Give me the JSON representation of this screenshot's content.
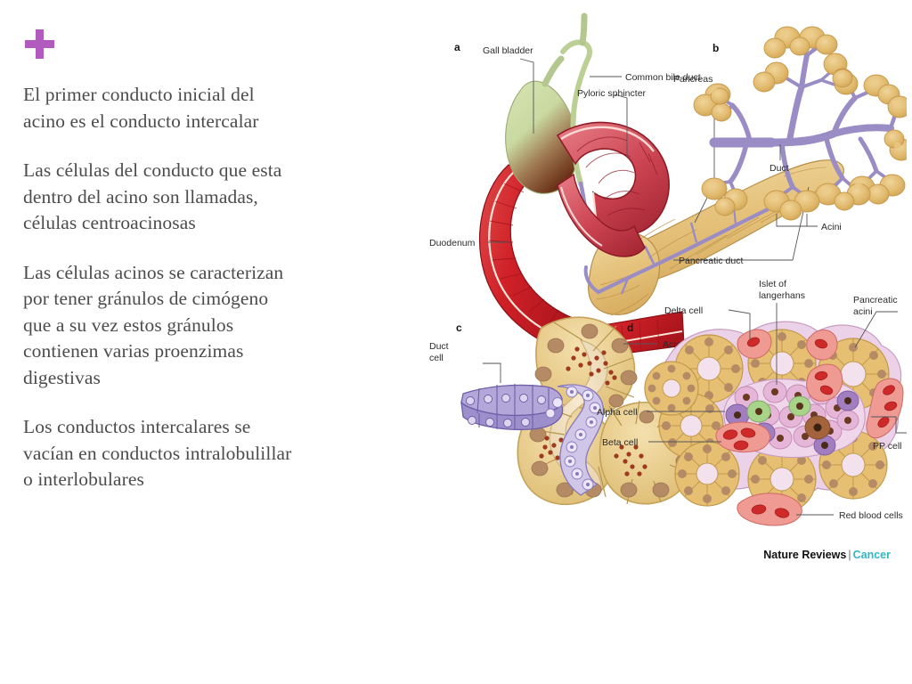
{
  "slide": {
    "background_color": "#ffffff",
    "bullet_icon": "plus-icon",
    "bullet_color": "#b25bbf",
    "text_color": "#4c4c4c",
    "paragraphs": [
      "El primer conducto inicial del\nacino  es el conducto intercalar",
      "Las células del conducto que esta\ndentro del acino son llamadas,\ncélulas centroacinosas",
      "Las células acinos se caracterizan\npor tener  gránulos de cimógeno\nque a su vez estos gránulos\ncontienen varias proenzimas\ndigestivas",
      "Los conductos intercalares se\nvacían en conductos intralobulillar\no interlobulares"
    ]
  },
  "figure": {
    "credit": {
      "name": "Nature Reviews",
      "separator": "|",
      "mark": "Cancer",
      "mark_color": "#2eb8c6"
    },
    "panels": [
      {
        "letter": "a",
        "title": "gross-anatomy-pancreas",
        "labels": [
          "Gall bladder",
          "Common bile duct",
          "Pyloric sphincter",
          "Pancreas",
          "Pancreatic duct",
          "Duodenum"
        ]
      },
      {
        "letter": "b",
        "title": "ductal-tree-acini",
        "labels": [
          "Duct",
          "Acini"
        ]
      },
      {
        "letter": "c",
        "title": "acinus-cross-section",
        "labels": [
          "Duct cell",
          "Acinar cell"
        ],
        "duct_cell_line1": "Duct",
        "duct_cell_line2": "cell"
      },
      {
        "letter": "d",
        "title": "islet-of-langerhans-histology",
        "labels": [
          "Delta cell",
          "Islet of langerhans",
          "Pancreatic acini",
          "Alpha cell",
          "Beta cell",
          "PP cell",
          "Red blood cells"
        ],
        "islet_line1": "Islet of",
        "islet_line2": "langerhans",
        "acini_line1": "Pancreatic",
        "acini_line2": "acini"
      }
    ],
    "colors": {
      "duct_purple": "#9a8cc4",
      "acinar_tan": "#e3b96a",
      "pancreas_yellow": "#e8c87e",
      "duodenum_red": "#cf2027",
      "stomach_pink": "#d24a5c",
      "gall_bladder_green": "#c6d79b",
      "islet_pink": "#e8c6e0",
      "blood_red": "#d8383c",
      "vessel_salmon": "#ef9a93"
    }
  }
}
